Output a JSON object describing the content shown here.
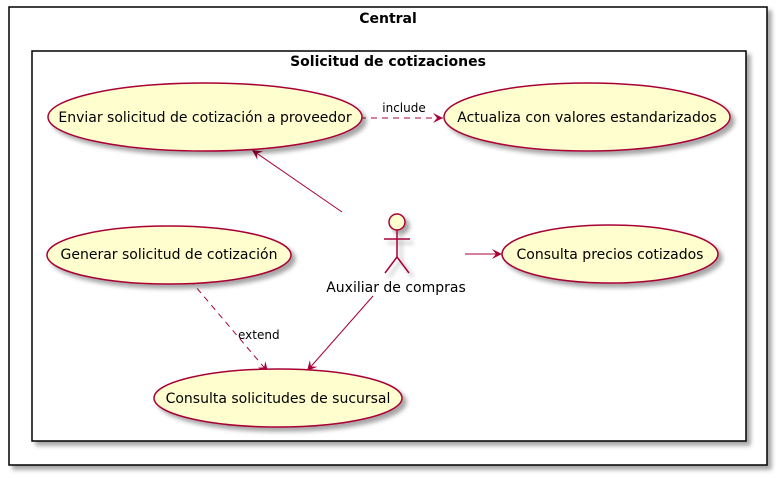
{
  "packages": {
    "outer": "Central",
    "inner": "Solicitud de cotizaciones"
  },
  "actor": {
    "label": "Auxiliar de compras"
  },
  "use_cases": {
    "enviar": "Enviar solicitud de cotización a proveedor",
    "actualiza": "Actualiza con valores estandarizados",
    "generar": "Generar solicitud de cotización",
    "consulta_precios": "Consulta precios cotizados",
    "consulta_solicitudes": "Consulta solicitudes de sucursal"
  },
  "relations": {
    "include": "include",
    "extend": "extend"
  },
  "colors": {
    "usecase_fill": "#FEFECE",
    "border": "#A80036",
    "package_border": "#000000"
  }
}
